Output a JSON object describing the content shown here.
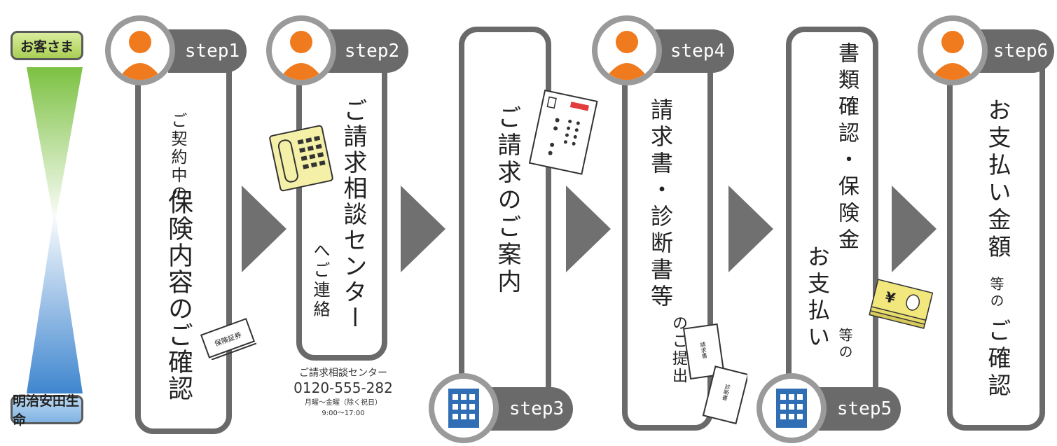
{
  "roles": {
    "customer": "お客さま",
    "company": "明治安田生命"
  },
  "colors": {
    "card_border": "#6a6a6a",
    "circle_border": "#9a9a9a",
    "person_icon": "#f07a1e",
    "building_icon": "#2f6db5",
    "arrow": "#707070",
    "customer_green": "#a9cf55",
    "company_blue": "#3f86cf"
  },
  "steps": [
    {
      "label": "step1",
      "actor": "person-icon",
      "text": {
        "a": "ご契約中の",
        "b": "保険内容のご確認"
      },
      "illustration": "保険証券"
    },
    {
      "label": "step2",
      "actor": "person-icon",
      "text": {
        "a": "ご請求相談センター",
        "b": "へご連絡"
      },
      "illustration": "telephone-icon"
    },
    {
      "label": "step3",
      "actor": "building-icon",
      "text": {
        "a": "ご請求のご案内"
      },
      "illustration": "envelope-icon"
    },
    {
      "label": "step4",
      "actor": "person-icon",
      "text": {
        "a": "請求書・診断書等",
        "b": "のご提出"
      },
      "illustration": {
        "doc1": "請求書",
        "doc2": "診断書"
      }
    },
    {
      "label": "step5",
      "actor": "building-icon",
      "text": {
        "a": "書類確認・保険金",
        "b": "等の",
        "c": "お支払い"
      },
      "illustration": "money-icon"
    },
    {
      "label": "step6",
      "actor": "person-icon",
      "text": {
        "a": "お支払い金額",
        "b": "等の",
        "c": "ご確認"
      }
    }
  ],
  "contact": {
    "title": "ご請求相談センター",
    "phone": "0120-555-282",
    "hours_days": "月曜～金曜（除く祝日）",
    "hours_time": "9:00～17:00"
  },
  "money_symbol": "¥"
}
